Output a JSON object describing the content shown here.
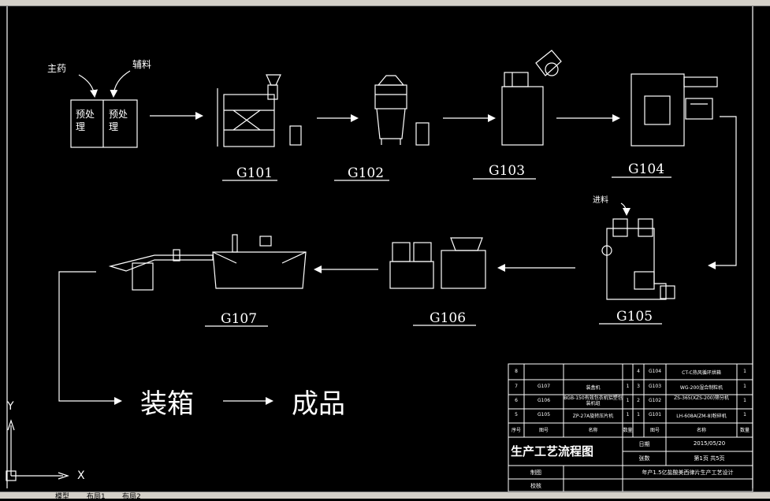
{
  "toolbar": {},
  "inputs": {
    "main_drug": "主药",
    "excipient": "辅料",
    "feed": "进料"
  },
  "pretreat": {
    "left": "预处理",
    "right": "预处理"
  },
  "equipment": [
    "G101",
    "G102",
    "G103",
    "G104",
    "G105",
    "G106",
    "G107"
  ],
  "final": {
    "boxing": "装箱",
    "product": "成品"
  },
  "ucs": {
    "y": "Y",
    "x": "X"
  },
  "tabs": [
    "模型",
    "布局1",
    "布局2"
  ],
  "table": {
    "rows": [
      {
        "no_l": "8",
        "code_l": "",
        "name_l": "",
        "qty_l": "",
        "no_r": "4",
        "code_r": "G104",
        "name_r": "CT-C热风循环烘箱",
        "qty_r": "1"
      },
      {
        "no_l": "7",
        "code_l": "G107",
        "name_l": "装盒机",
        "qty_l": "1",
        "no_r": "3",
        "code_r": "G103",
        "name_r": "WG-200湿合制粒机",
        "qty_r": "1"
      },
      {
        "no_l": "6",
        "code_l": "G106",
        "name_l": "BGB-150有效包衣机铝塑包装机组",
        "qty_l": "1",
        "no_r": "2",
        "code_r": "G102",
        "name_r": "ZS-365(XZS-200)筛分机",
        "qty_r": "1"
      },
      {
        "no_l": "5",
        "code_l": "G105",
        "name_l": "ZP-27A旋转压片机",
        "qty_l": "1",
        "no_r": "1",
        "code_r": "G101",
        "name_r": "LH-608A(ZM-8)粉碎机",
        "qty_r": "1"
      }
    ],
    "header": {
      "no": "序号",
      "code": "图号",
      "name": "名称",
      "qty": "数量"
    },
    "title": "生产工艺流程图",
    "date_label": "日期",
    "date_value": "2015/05/20",
    "sheets_label": "张数",
    "sheets_value": "第1页 共5页",
    "drawn_label": "制图",
    "checked_label": "校核",
    "project": "年产1.5亿盐酸美西律片生产工艺设计"
  }
}
